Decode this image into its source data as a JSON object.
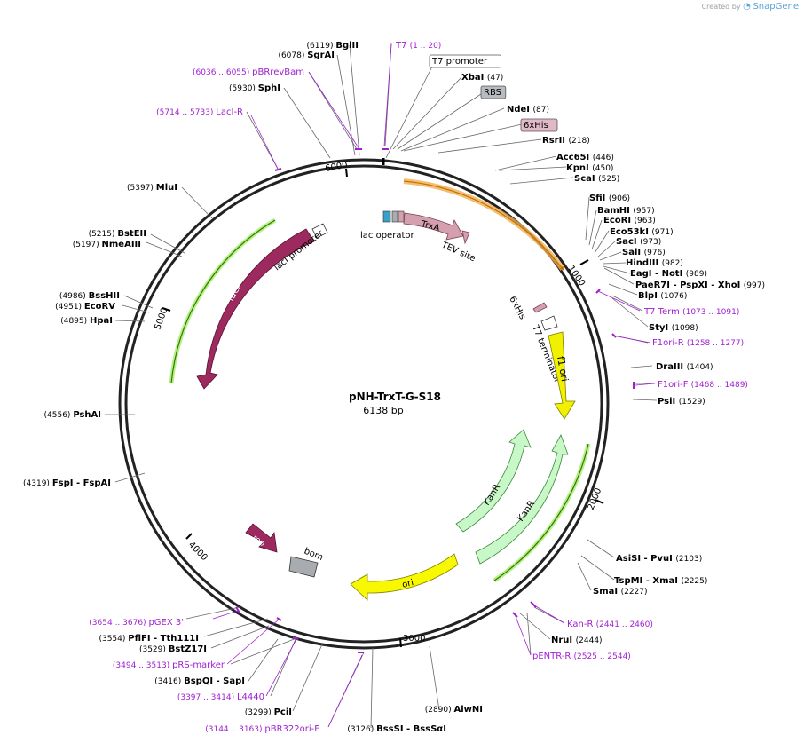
{
  "credit": {
    "prefix": "Created by",
    "brand": "SnapGene"
  },
  "map": {
    "name": "pNH-TrxT-G-S18",
    "length_label": "6138 bp",
    "total_bp": 6138,
    "ticks": [
      "1000",
      "2000",
      "3000",
      "4000",
      "5000",
      "6000"
    ]
  },
  "sites": [
    {
      "name": "BglII",
      "pos": "(6119)"
    },
    {
      "name": "SgrAI",
      "pos": "(6078)"
    },
    {
      "name": "pBRrevBam",
      "pos": "(6036 .. 6055)"
    },
    {
      "name": "SphI",
      "pos": "(5930)"
    },
    {
      "name": "LacI-R",
      "pos": "(5714 .. 5733)"
    },
    {
      "name": "MluI",
      "pos": "(5397)"
    },
    {
      "name": "BstEII",
      "pos": "(5215)"
    },
    {
      "name": "NmeAIII",
      "pos": "(5197)"
    },
    {
      "name": "BssHII",
      "pos": "(4986)"
    },
    {
      "name": "EcoRV",
      "pos": "(4951)"
    },
    {
      "name": "HpaI",
      "pos": "(4895)"
    },
    {
      "name": "PshAI",
      "pos": "(4556)"
    },
    {
      "name": "FspI - FspAI",
      "pos": "(4319)"
    },
    {
      "name": "pGEX 3'",
      "pos": "(3654 .. 3676)"
    },
    {
      "name": "PflFI - Tth111I",
      "pos": "(3554)"
    },
    {
      "name": "BstZ17I",
      "pos": "(3529)"
    },
    {
      "name": "pRS-marker",
      "pos": "(3494 .. 3513)"
    },
    {
      "name": "BspQI - SapI",
      "pos": "(3416)"
    },
    {
      "name": "L4440",
      "pos": "(3397 .. 3414)"
    },
    {
      "name": "PciI",
      "pos": "(3299)"
    },
    {
      "name": "pBR322ori-F",
      "pos": "(3144 .. 3163)"
    },
    {
      "name": "BssSI - BssSαI",
      "pos": "(3126)"
    },
    {
      "name": "AlwNI",
      "pos": "(2890)"
    },
    {
      "name": "T7",
      "pos": "(1 .. 20)"
    },
    {
      "name": "T7 promoter",
      "pos": ""
    },
    {
      "name": "XbaI",
      "pos": "(47)"
    },
    {
      "name": "RBS",
      "pos": ""
    },
    {
      "name": "NdeI",
      "pos": "(87)"
    },
    {
      "name": "6xHis",
      "pos": ""
    },
    {
      "name": "RsrII",
      "pos": "(218)"
    },
    {
      "name": "Acc65I",
      "pos": "(446)"
    },
    {
      "name": "KpnI",
      "pos": "(450)"
    },
    {
      "name": "ScaI",
      "pos": "(525)"
    },
    {
      "name": "SfiI",
      "pos": "(906)"
    },
    {
      "name": "BamHI",
      "pos": "(957)"
    },
    {
      "name": "EcoRI",
      "pos": "(963)"
    },
    {
      "name": "Eco53kI",
      "pos": "(971)"
    },
    {
      "name": "SacI",
      "pos": "(973)"
    },
    {
      "name": "SalI",
      "pos": "(976)"
    },
    {
      "name": "HindIII",
      "pos": "(982)"
    },
    {
      "name": "EagI - NotI",
      "pos": "(989)"
    },
    {
      "name": "PaeR7I - PspXI - XhoI",
      "pos": "(997)"
    },
    {
      "name": "BlpI",
      "pos": "(1076)"
    },
    {
      "name": "T7 Term",
      "pos": "(1073 .. 1091)"
    },
    {
      "name": "StyI",
      "pos": "(1098)"
    },
    {
      "name": "F1ori-R",
      "pos": "(1258 .. 1277)"
    },
    {
      "name": "DraIII",
      "pos": "(1404)"
    },
    {
      "name": "F1ori-F",
      "pos": "(1468 .. 1489)"
    },
    {
      "name": "PsiI",
      "pos": "(1529)"
    },
    {
      "name": "AsiSI - PvuI",
      "pos": "(2103)"
    },
    {
      "name": "TspMI - XmaI",
      "pos": "(2225)"
    },
    {
      "name": "SmaI",
      "pos": "(2227)"
    },
    {
      "name": "Kan-R",
      "pos": "(2441 .. 2460)"
    },
    {
      "name": "NruI",
      "pos": "(2444)"
    },
    {
      "name": "pENTR-R",
      "pos": "(2525 .. 2544)"
    }
  ],
  "features": [
    "lac operator",
    "lacI promoter",
    "lacI",
    "TrxA",
    "TEV site",
    "6xHis",
    "T7 terminator",
    "f1 ori",
    "KanR",
    "KanR",
    "ori",
    "bom",
    "rop"
  ],
  "colors": {
    "primer": "#a020d0",
    "lacI": "#9c2a5e",
    "trxa": "#d4a0b0",
    "f1ori": "#f0f000",
    "kanr": "#c8f8c8",
    "ori": "#f8f800",
    "bom": "#a8acb0",
    "rop": "#9c2a5e",
    "orf": "#f0b050",
    "orf_green": "#b8f080"
  }
}
